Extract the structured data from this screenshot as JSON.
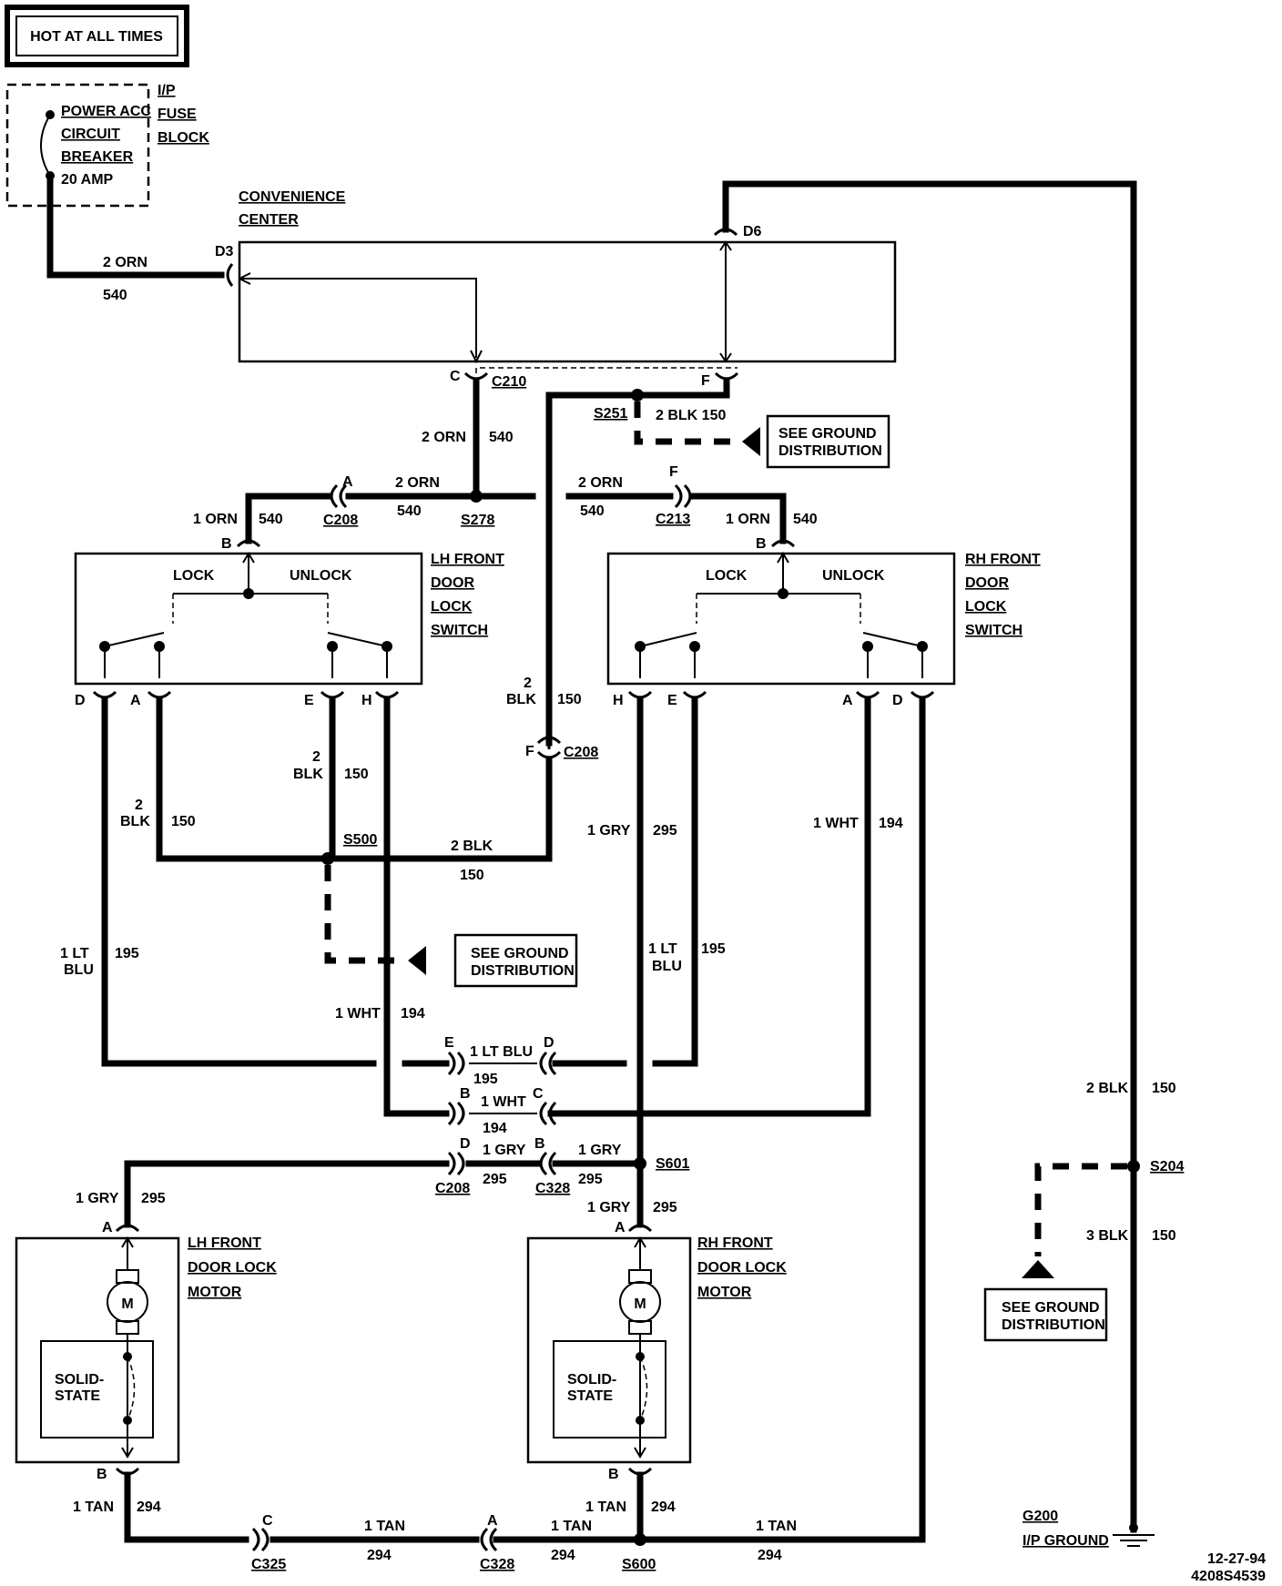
{
  "header": {
    "hot_label": "HOT AT ALL TIMES"
  },
  "fuse_block": {
    "breaker_lines": [
      "POWER ACC",
      "CIRCUIT",
      "BREAKER"
    ],
    "rating": "20 AMP",
    "block_lines": [
      "I/P",
      "FUSE",
      "BLOCK"
    ]
  },
  "convenience_center": {
    "lines": [
      "CONVENIENCE",
      "CENTER"
    ]
  },
  "lh_switch": {
    "title_lines": [
      "LH FRONT",
      "DOOR",
      "LOCK",
      "SWITCH"
    ],
    "lock": "LOCK",
    "unlock": "UNLOCK"
  },
  "rh_switch": {
    "title_lines": [
      "RH FRONT",
      "DOOR",
      "LOCK",
      "SWITCH"
    ],
    "lock": "LOCK",
    "unlock": "UNLOCK"
  },
  "lh_motor": {
    "title_lines": [
      "LH FRONT",
      "DOOR LOCK",
      "MOTOR"
    ],
    "solid_state": [
      "SOLID-",
      "STATE"
    ],
    "motor_symbol": "M"
  },
  "rh_motor": {
    "title_lines": [
      "RH FRONT",
      "DOOR LOCK",
      "MOTOR"
    ],
    "solid_state": [
      "SOLID-",
      "STATE"
    ],
    "motor_symbol": "M"
  },
  "ground_refs": {
    "g1": [
      "SEE GROUND",
      "DISTRIBUTION"
    ],
    "g2": [
      "SEE GROUND",
      "DISTRIBUTION"
    ],
    "g3": [
      "SEE GROUND",
      "DISTRIBUTION"
    ]
  },
  "ground": {
    "name": "G200",
    "label": "I/P GROUND"
  },
  "footer": {
    "date": "12-27-94",
    "doc": "4208S4539"
  },
  "components": {
    "c210": "C210",
    "s251": "S251",
    "s278": "S278",
    "c208": "C208",
    "c213": "C213",
    "s500": "S500",
    "s601": "S601",
    "c328": "C328",
    "s204": "S204",
    "c325": "C325",
    "s600": "S600"
  },
  "pins": {
    "d3": "D3",
    "d6": "D6",
    "c": "C",
    "f": "F",
    "a": "A",
    "b": "B",
    "d": "D",
    "e": "E",
    "h": "H"
  },
  "wires": {
    "orn2": "2 ORN",
    "orn1": "1 ORN",
    "n540": "540",
    "blk2": "2 BLK",
    "blk2_150": "2 BLK 150",
    "blk3": "3 BLK",
    "two": "2",
    "blk": "BLK",
    "n150": "150",
    "gry1": "1 GRY",
    "n295": "295",
    "wht1": "1 WHT",
    "n194": "194",
    "ltblu1": "1 LT BLU",
    "lt1": "1 LT",
    "blu": "BLU",
    "n195": "195",
    "tan1": "1 TAN",
    "n294": "294"
  }
}
